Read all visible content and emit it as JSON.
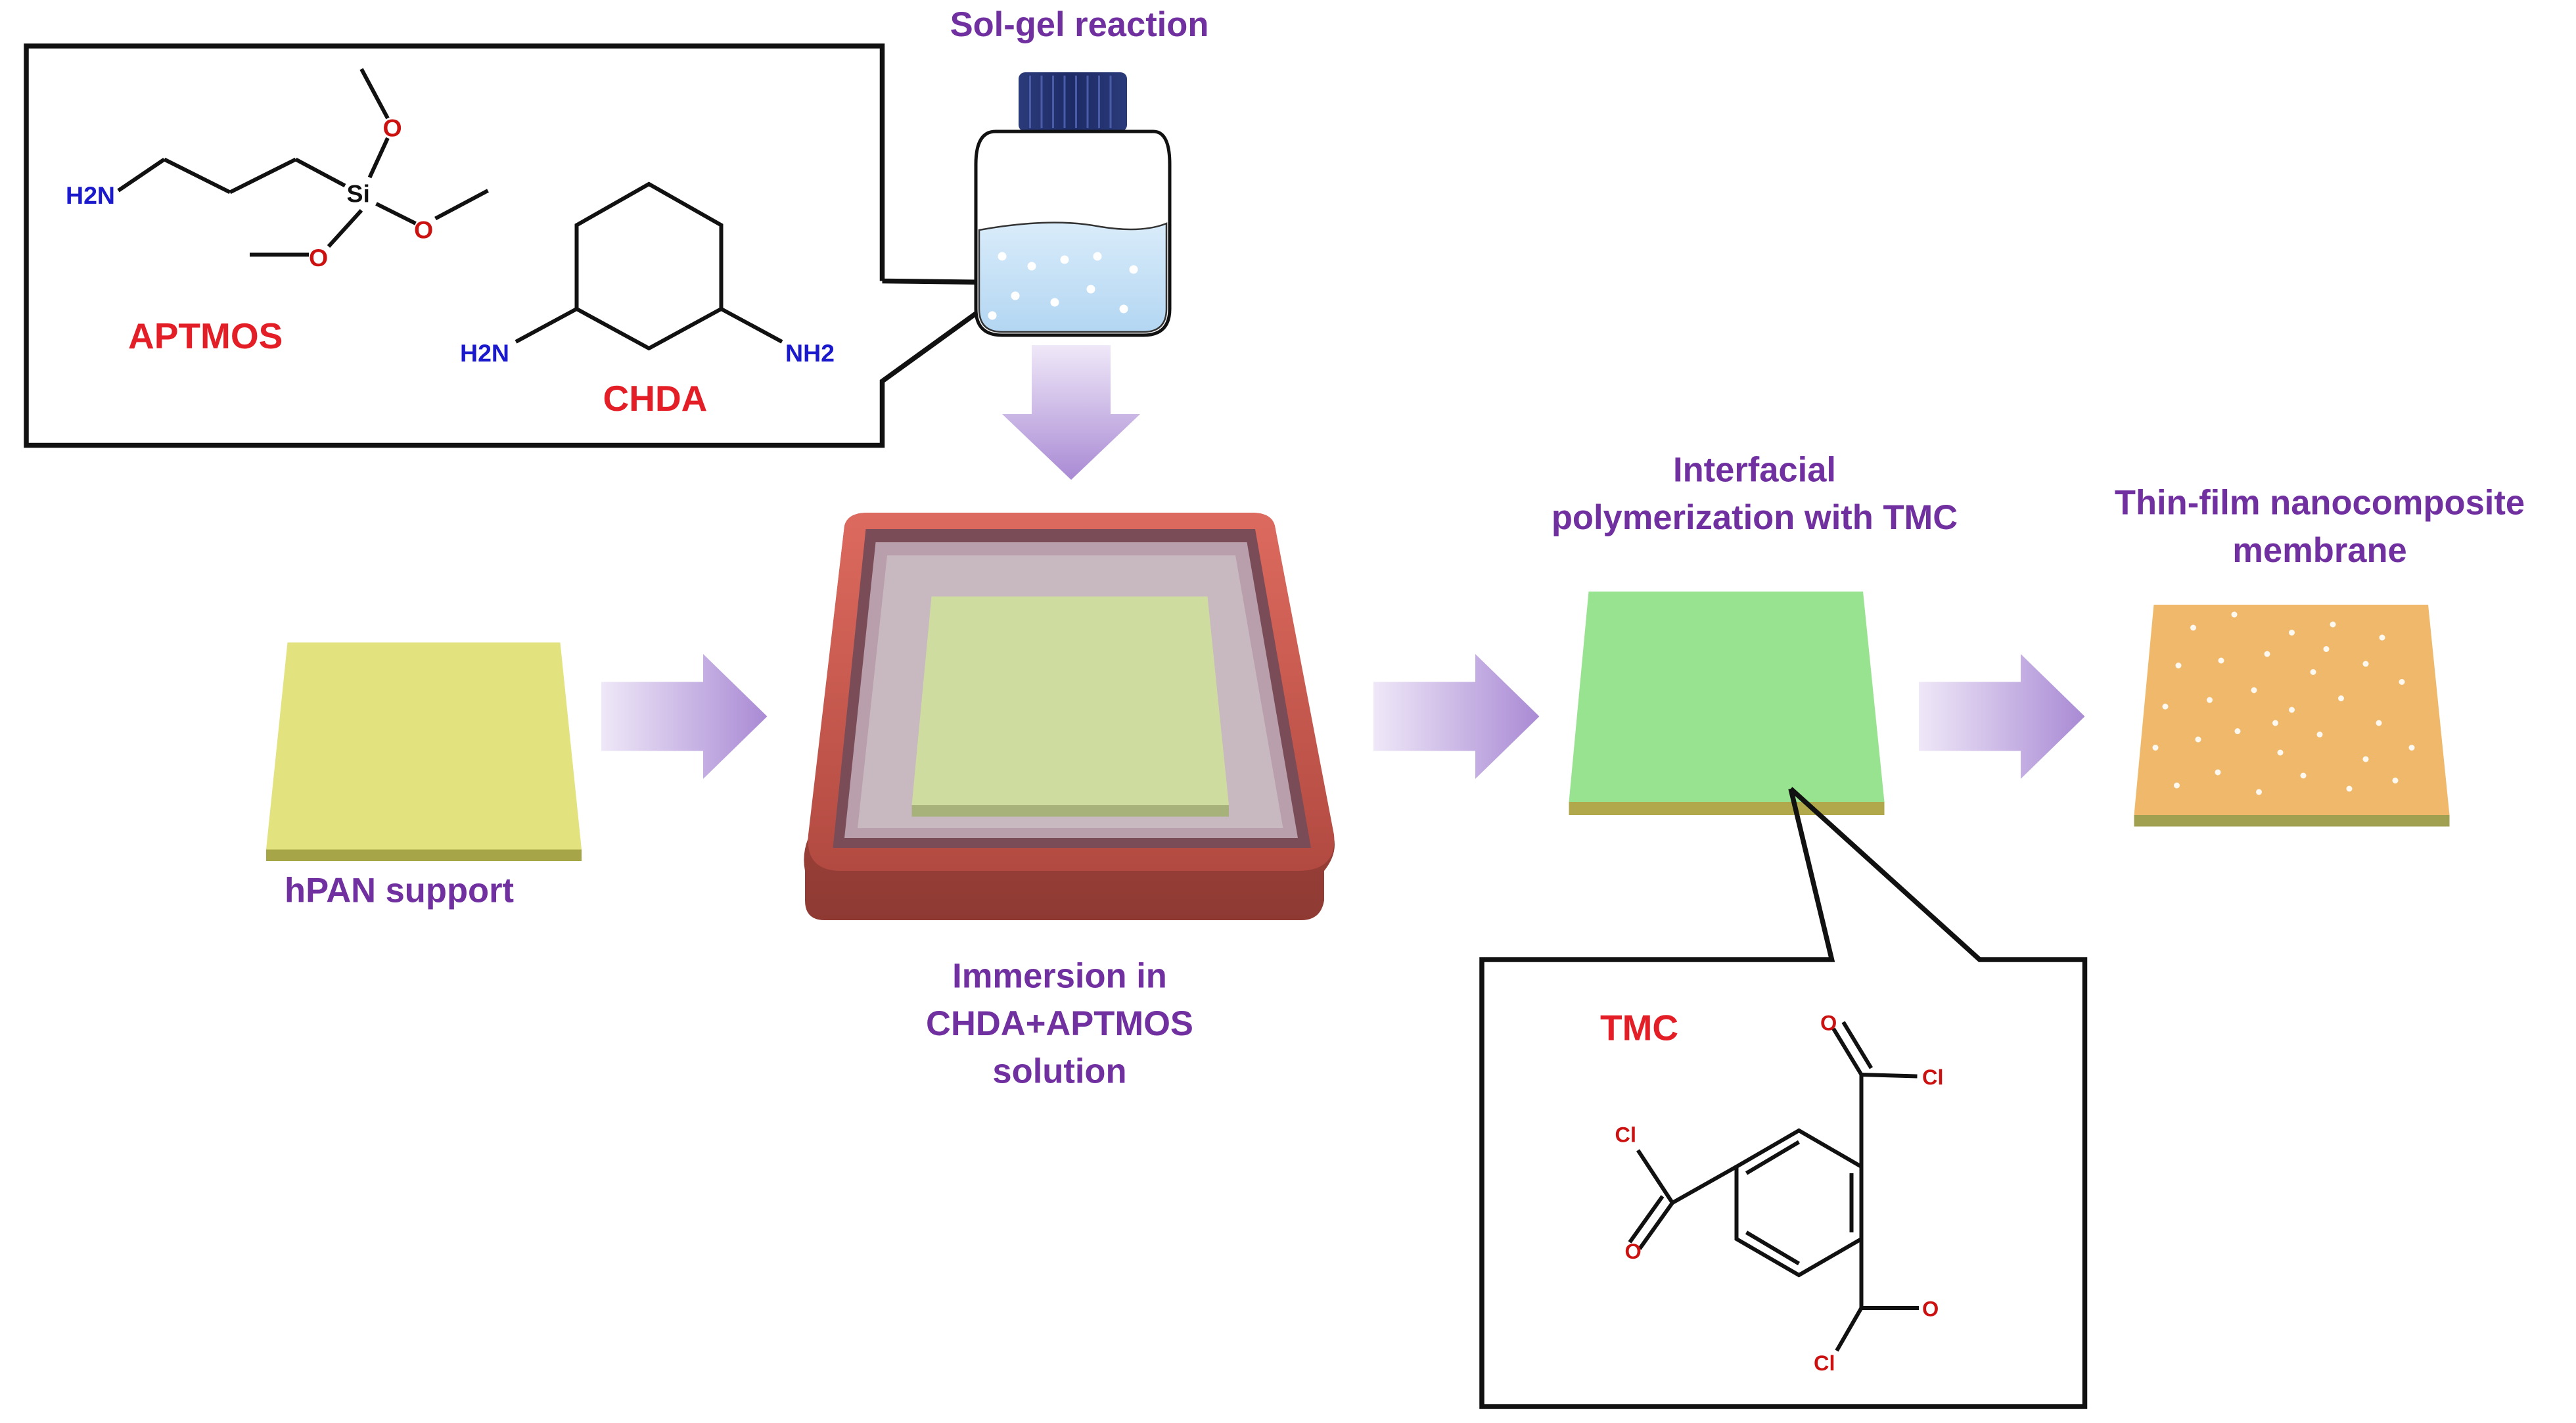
{
  "labels": {
    "sol_gel": "Sol-gel reaction",
    "hpan": "hPAN support",
    "immersion": [
      "Immersion in",
      "CHDA+APTMOS",
      "solution"
    ],
    "interfacial": [
      "Interfacial",
      "polymerization with TMC"
    ],
    "tfn": [
      "Thin-film nanocomposite",
      "membrane"
    ]
  },
  "molecules": {
    "aptmos": {
      "name": "APTMOS",
      "nh2": "H2N",
      "si": "Si",
      "o": "O"
    },
    "chda": {
      "name": "CHDA",
      "nh2_left": "H2N",
      "nh2_right": "NH2"
    },
    "tmc": {
      "name": "TMC",
      "cl": "Cl",
      "o": "O"
    }
  },
  "colors": {
    "label_purple": "#7030a0",
    "molecule_red": "#e41e26",
    "nitrogen_blue": "#1a1acc",
    "oxygen_red": "#cc1111",
    "arrow_lavender": "#b49ad6",
    "hpan_yellow": "#e2e27e",
    "tray_red": "#c8584e",
    "green_sheet": "#98e38f",
    "orange_sheet": "#f0b86a"
  }
}
